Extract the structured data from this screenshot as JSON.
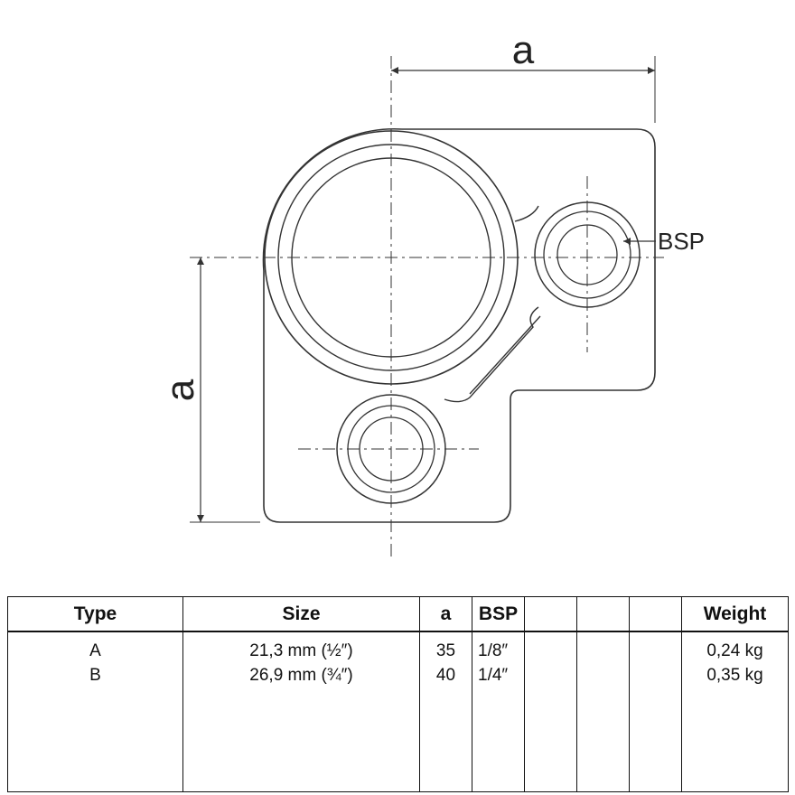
{
  "drawing": {
    "dim_top_label": "a",
    "dim_left_label": "a",
    "bsp_label": "BSP"
  },
  "table": {
    "headers": [
      "Type",
      "Size",
      "a",
      "BSP",
      "",
      "",
      "",
      "Weight"
    ],
    "rows": [
      {
        "type": "A",
        "size": "21,3 mm (½″)",
        "a": "35",
        "bsp": "1/8″",
        "weight": "0,24 kg"
      },
      {
        "type": "B",
        "size": "26,9 mm (¾″)",
        "a": "40",
        "bsp": "1/4″",
        "weight": "0,35 kg"
      }
    ]
  },
  "colors": {
    "line": "#333333",
    "text": "#111111"
  }
}
